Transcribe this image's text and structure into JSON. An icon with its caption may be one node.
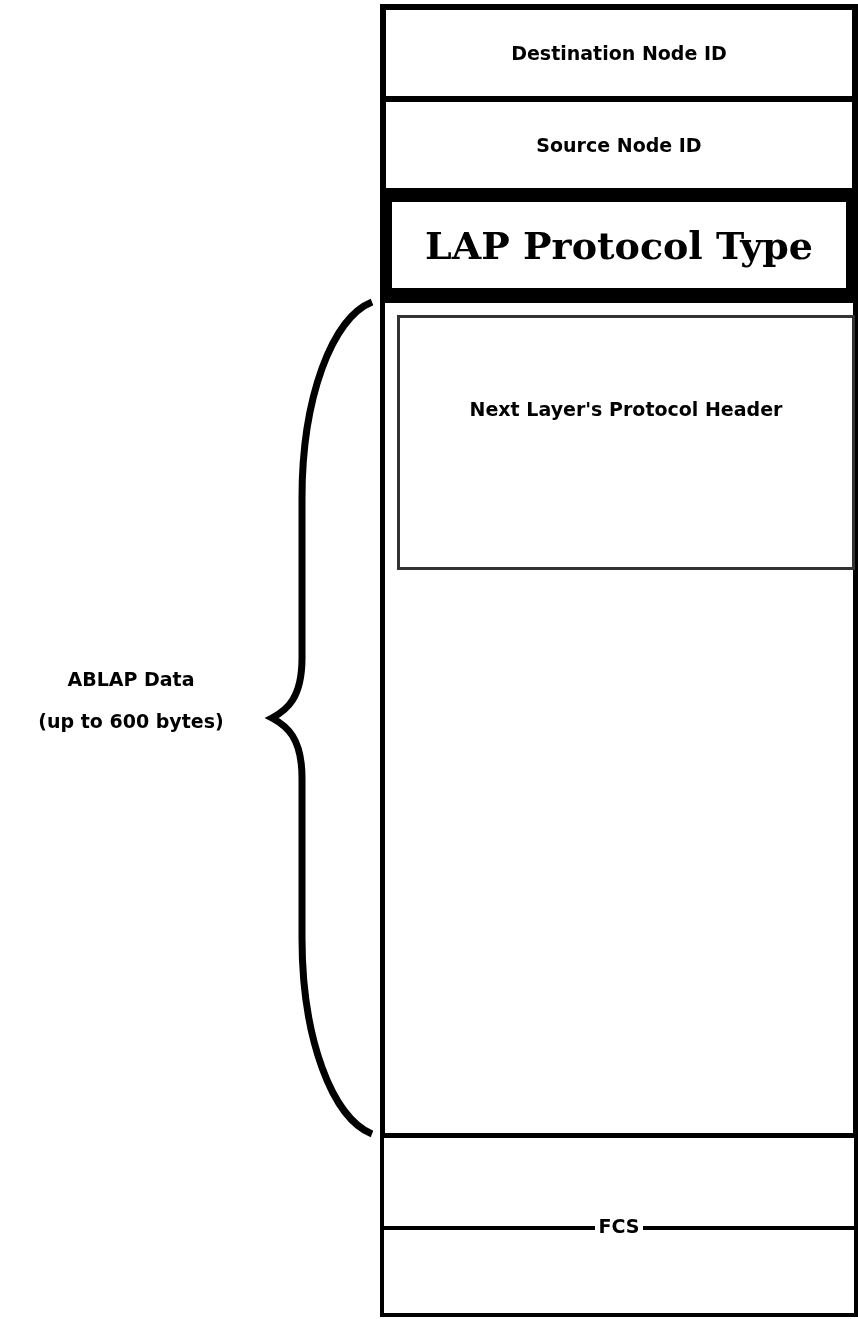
{
  "diagram": {
    "nodes": [
      {
        "text": [
          "Destination Node ID"
        ]
      },
      {
        "text": [
          "Source Node ID"
        ]
      },
      {
        "text": [
          "LAP Protocol Type"
        ]
      },
      {
        "text": [],
        "shape": "box",
        "beside": [
          "ABLAP Data",
          "(up to 600 bytes)"
        ]
      },
      {
        "text": [
          "Next Layer's Protocol Header"
        ],
        "in": 3
      },
      {
        "text": [
          "FCS"
        ]
      }
    ],
    "edges": []
  }
}
